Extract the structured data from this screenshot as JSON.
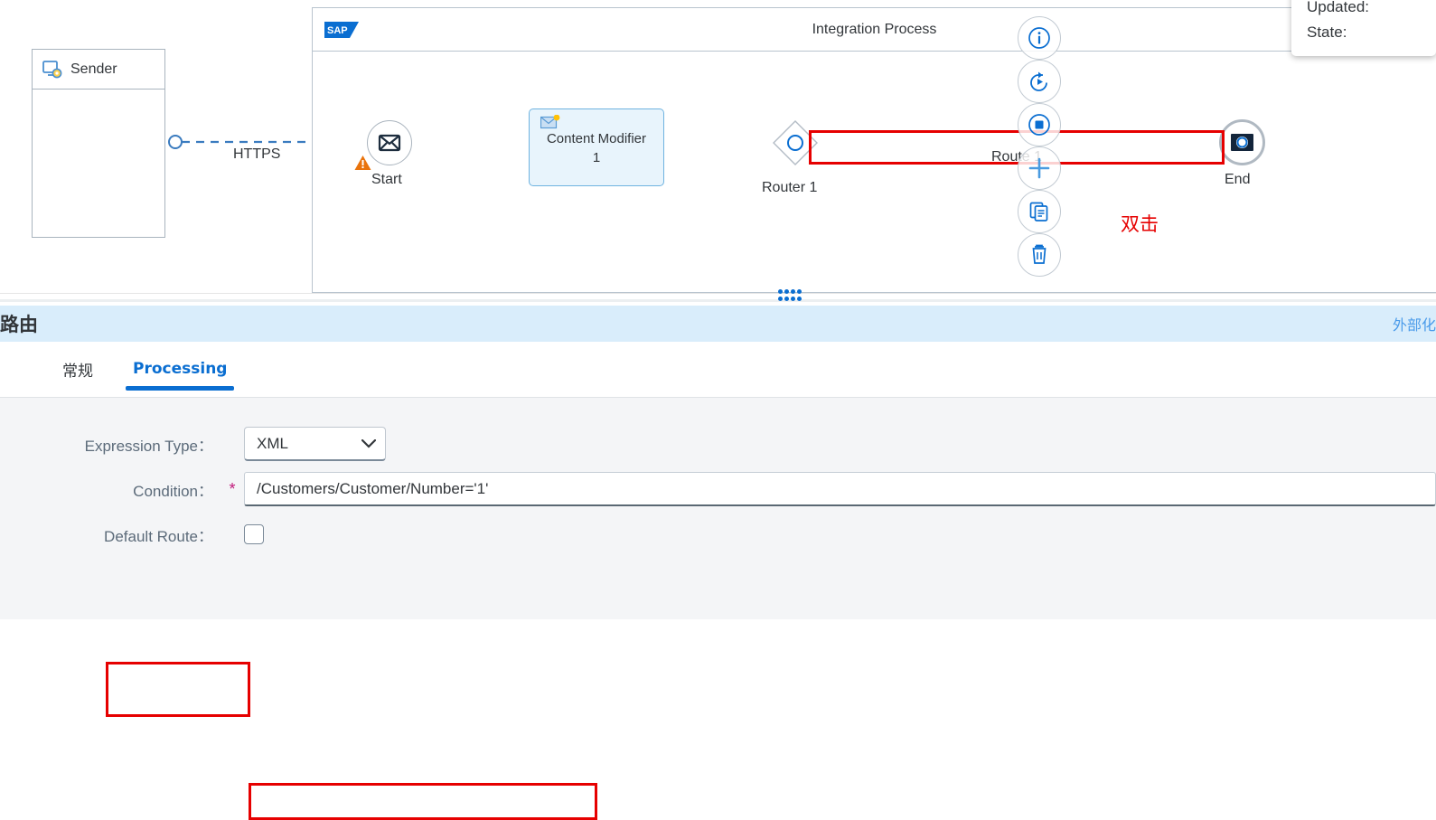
{
  "canvas": {
    "sender": {
      "label": "Sender",
      "icon": "sender-system-icon"
    },
    "pool": {
      "title": "Integration Process",
      "logo": "sap-logo"
    },
    "connection_label": "HTTPS",
    "start_event": {
      "label": "Start",
      "icon": "message-start-event-icon",
      "warning": "warning-triangle-icon"
    },
    "content_modifier": {
      "label": "Content Modifier\n1",
      "line1": "Content Modifier",
      "line2": "1",
      "icon": "content-modifier-icon"
    },
    "router": {
      "label": "Router 1",
      "icon": "exclusive-gateway-icon"
    },
    "route_branch_label": "Route 1",
    "end_event": {
      "label": "End",
      "icon": "message-end-event-icon"
    },
    "annotation": "双击",
    "toolbar": [
      {
        "name": "info-icon",
        "tooltip": "Information"
      },
      {
        "name": "undo-icon",
        "tooltip": "Reset"
      },
      {
        "name": "stop-icon",
        "tooltip": "Stop"
      },
      {
        "name": "plus-icon",
        "tooltip": "Add"
      },
      {
        "name": "copy-icon",
        "tooltip": "Copy"
      },
      {
        "name": "trash-icon",
        "tooltip": "Delete"
      }
    ],
    "state_popup": {
      "line1": "Updated:",
      "line2": "State:"
    }
  },
  "panel": {
    "title": "路由",
    "externalize_link": "外部化",
    "tabs": [
      {
        "label": "常规",
        "active": false
      },
      {
        "label": "Processing",
        "active": true
      }
    ],
    "fields": {
      "expression_type": {
        "label": "Expression Type：",
        "value": "XML",
        "required": false
      },
      "condition": {
        "label": "Condition：",
        "value": "/Customers/Customer/Number='1'",
        "required": true,
        "required_mark": "*"
      },
      "default_route": {
        "label": "Default Route：",
        "checked": false,
        "required": false
      }
    }
  },
  "colors": {
    "accent_blue": "#0a6ed1",
    "highlight_red": "#e60000",
    "panel_header_bg": "#d9edfb",
    "flow_blue": "#1f62bb",
    "warning_orange": "#e9730c"
  }
}
